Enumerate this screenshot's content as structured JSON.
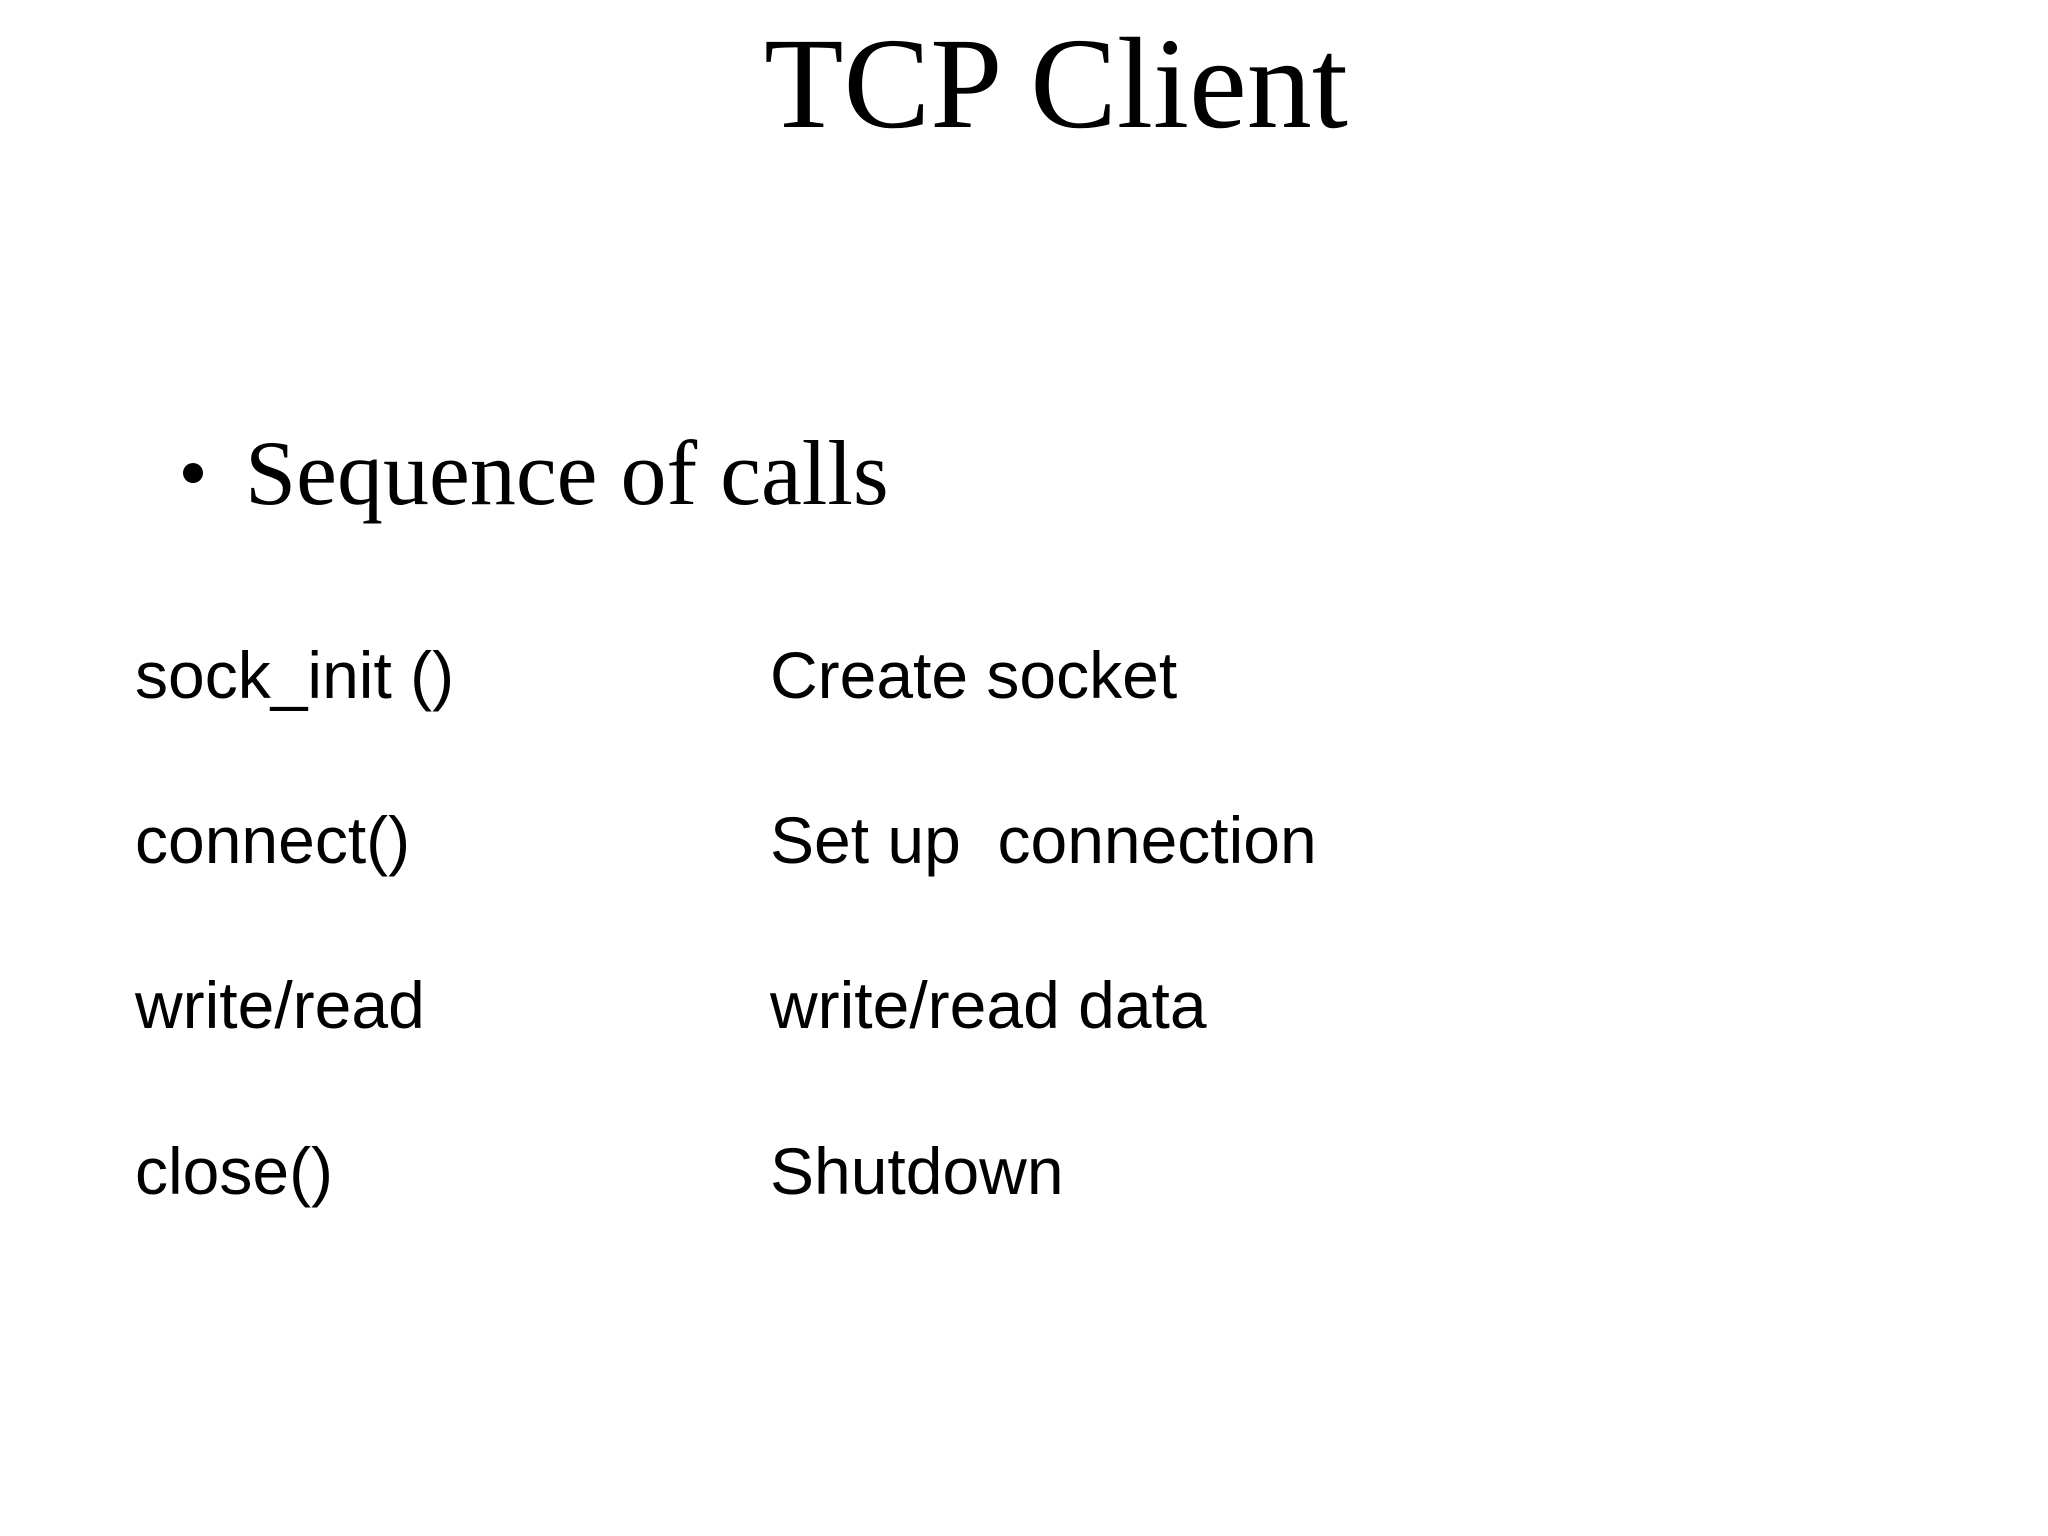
{
  "slide": {
    "title": "TCP Client",
    "bullet": "Sequence of calls",
    "calls": [
      {
        "call": "sock_init ()",
        "description": "Create socket"
      },
      {
        "call": "connect()",
        "description": "Set up  connection"
      },
      {
        "call": "write/read",
        "description": "write/read data"
      },
      {
        "call": "close()",
        "description": "Shutdown"
      }
    ],
    "icons": {
      "bullet": "•"
    },
    "colors": {
      "text": "#000000",
      "background": "#ffffff"
    }
  }
}
